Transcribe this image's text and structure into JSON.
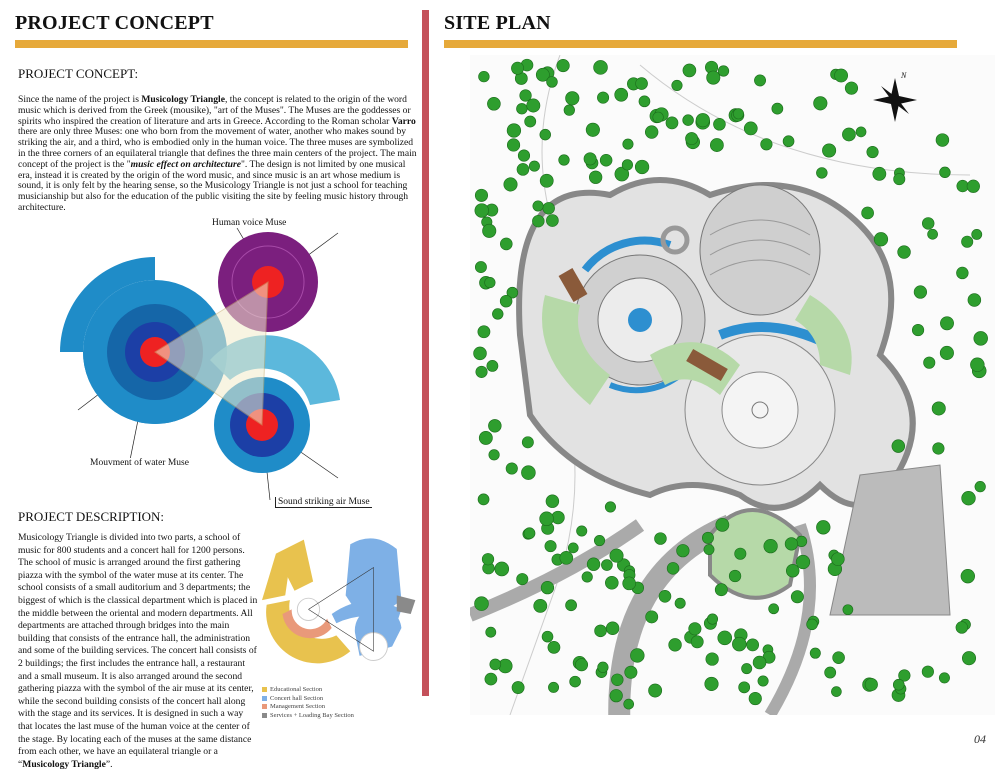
{
  "left": {
    "title": "PROJECT CONCEPT",
    "concept_heading": "PROJECT CONCEPT:",
    "concept_parts": [
      "Since the name of the project is ",
      "Musicology Triangle",
      ", the concept is related to the origin of the word music which is derived from the Greek (mousike), \"art of the Muses\". The Muses are the goddesses or spirits who inspired the creation of literature and arts in Greece. According to the Roman scholar ",
      "Varro",
      " there are only three Muses: one who born from the movement of water, another who makes sound by striking the air, and a third, who is embodied only in the human voice. The three muses are symbolized in the three corners of an equilateral triangle that defines the three main centers of the project. The main concept of the project is the \"",
      "music effect on architecture",
      "\". The design is not limited by one musical era, instead it is created by the origin of the word music, and since music is an art whose medium is sound, it is only felt by the hearing sense, so the Musicology Triangle is not just a school for teaching musicianship but also for the education of the public visiting the site by feeling music history through architecture."
    ],
    "diagram_labels": {
      "voice": "Human voice Muse",
      "water": "Mouvment of water Muse",
      "air": "Sound striking air Muse"
    },
    "description_heading": "PROJECT DESCRIPTION:",
    "description_parts": [
      "Musicology Triangle is divided into two parts, a school of music for 800 students and a concert hall for 1200 persons. The school of music is arranged around the first gathering piazza with the symbol of the water muse at its center. The school consists of a small auditorium and 3 departments; the biggest of which is the classical department which is placed in the middle between the oriental and modern departments. All departments are attached through bridges into the main building that consists of the entrance hall, the administration and some of the building services. The concert hall consists of 2 buildings; the first includes the entrance hall, a restaurant and a small museum. It is also arranged around the second gathering piazza with the symbol of the air muse at its center, while the second building consists of the concert hall along with the stage and its services. It is designed in such a way that locates the last muse of the human voice at the center of the stage. By locating each of the muses at the same distance from each other, we have an equilateral triangle or a “",
      "Musicology Triangle",
      "”."
    ],
    "legend": [
      {
        "label": "Educational Section",
        "color": "#e8c24e"
      },
      {
        "label": "Concert hall Section",
        "color": "#7eb0e6"
      },
      {
        "label": "Management Section",
        "color": "#e9997a"
      },
      {
        "label": "Services + Loading Bay Section",
        "color": "#8a8a8a"
      }
    ]
  },
  "right": {
    "title": "SITE PLAN",
    "north_label": "N"
  },
  "page_number": "04",
  "colors": {
    "accent_bar": "#e6a93a",
    "divider": "#c4515a",
    "tree": "#2e9e2e"
  }
}
